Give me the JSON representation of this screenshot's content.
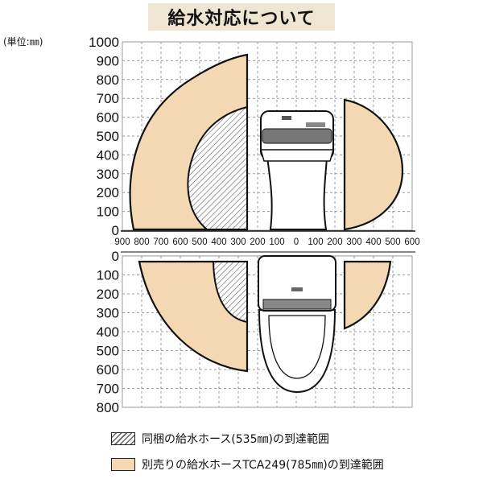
{
  "title": "給水対応について",
  "unit_label": "(単位:㎜)",
  "top_y_ticks": [
    "1000",
    "900",
    "800",
    "700",
    "600",
    "500",
    "400",
    "300",
    "200",
    "100",
    "0"
  ],
  "bottom_y_ticks": [
    "0",
    "100",
    "200",
    "300",
    "400",
    "500",
    "600",
    "700",
    "800"
  ],
  "x_ticks": [
    "900",
    "800",
    "700",
    "600",
    "500",
    "400",
    "300",
    "200",
    "100",
    "0",
    "100",
    "200",
    "300",
    "400",
    "500",
    "600"
  ],
  "legend": {
    "hatched_label": "同梱の給水ホース(535㎜)の到達範囲",
    "tan_label": "別売りの給水ホースTCA249(785㎜)の到達範囲"
  },
  "colors": {
    "title_bg": "#eee5d3",
    "tan": "#f3d8b3",
    "hatch_line": "#666666",
    "grid": "#999999",
    "toilet_fill": "#ffffff",
    "outline": "#111111"
  }
}
